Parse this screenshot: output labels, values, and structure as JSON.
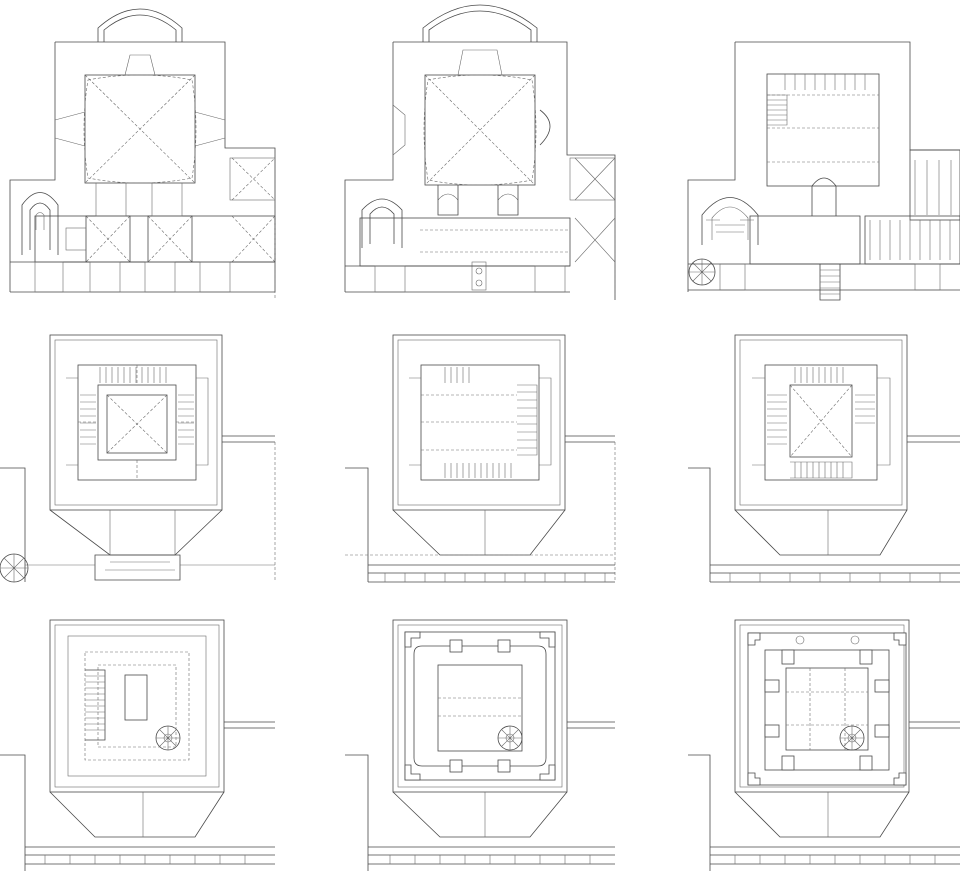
{
  "sheet": {
    "kind": "architectural floor plan series",
    "layout": "3x3 grid",
    "line_color": "#4a4a4a",
    "background": "#ffffff"
  },
  "plans": [
    {
      "id": "plan-1",
      "icon": "domed-hall-plan",
      "features": [
        "apse",
        "cross-vault",
        "spiral-stair",
        "arcade"
      ]
    },
    {
      "id": "plan-2",
      "icon": "domed-hall-plan",
      "features": [
        "apse",
        "cross-vault",
        "spiral-stair",
        "side-niche"
      ]
    },
    {
      "id": "plan-3",
      "icon": "stair-hall-plan",
      "features": [
        "spiral-stair",
        "grand-stair",
        "colonnade"
      ]
    },
    {
      "id": "plan-4",
      "icon": "tower-plan",
      "features": [
        "central-court",
        "stairs",
        "buttresses"
      ]
    },
    {
      "id": "plan-5",
      "icon": "tower-plan",
      "features": [
        "central-court",
        "stairs",
        "buttresses"
      ]
    },
    {
      "id": "plan-6",
      "icon": "tower-plan",
      "features": [
        "central-court",
        "stairs",
        "buttresses"
      ]
    },
    {
      "id": "plan-7",
      "icon": "tower-upper-plan",
      "features": [
        "stair",
        "spiral-stair",
        "central-room"
      ]
    },
    {
      "id": "plan-8",
      "icon": "tower-upper-plan",
      "features": [
        "corner-piers",
        "spiral-stair",
        "central-room"
      ]
    },
    {
      "id": "plan-9",
      "icon": "tower-upper-plan",
      "features": [
        "corner-piers",
        "spiral-stair",
        "columns"
      ]
    }
  ]
}
